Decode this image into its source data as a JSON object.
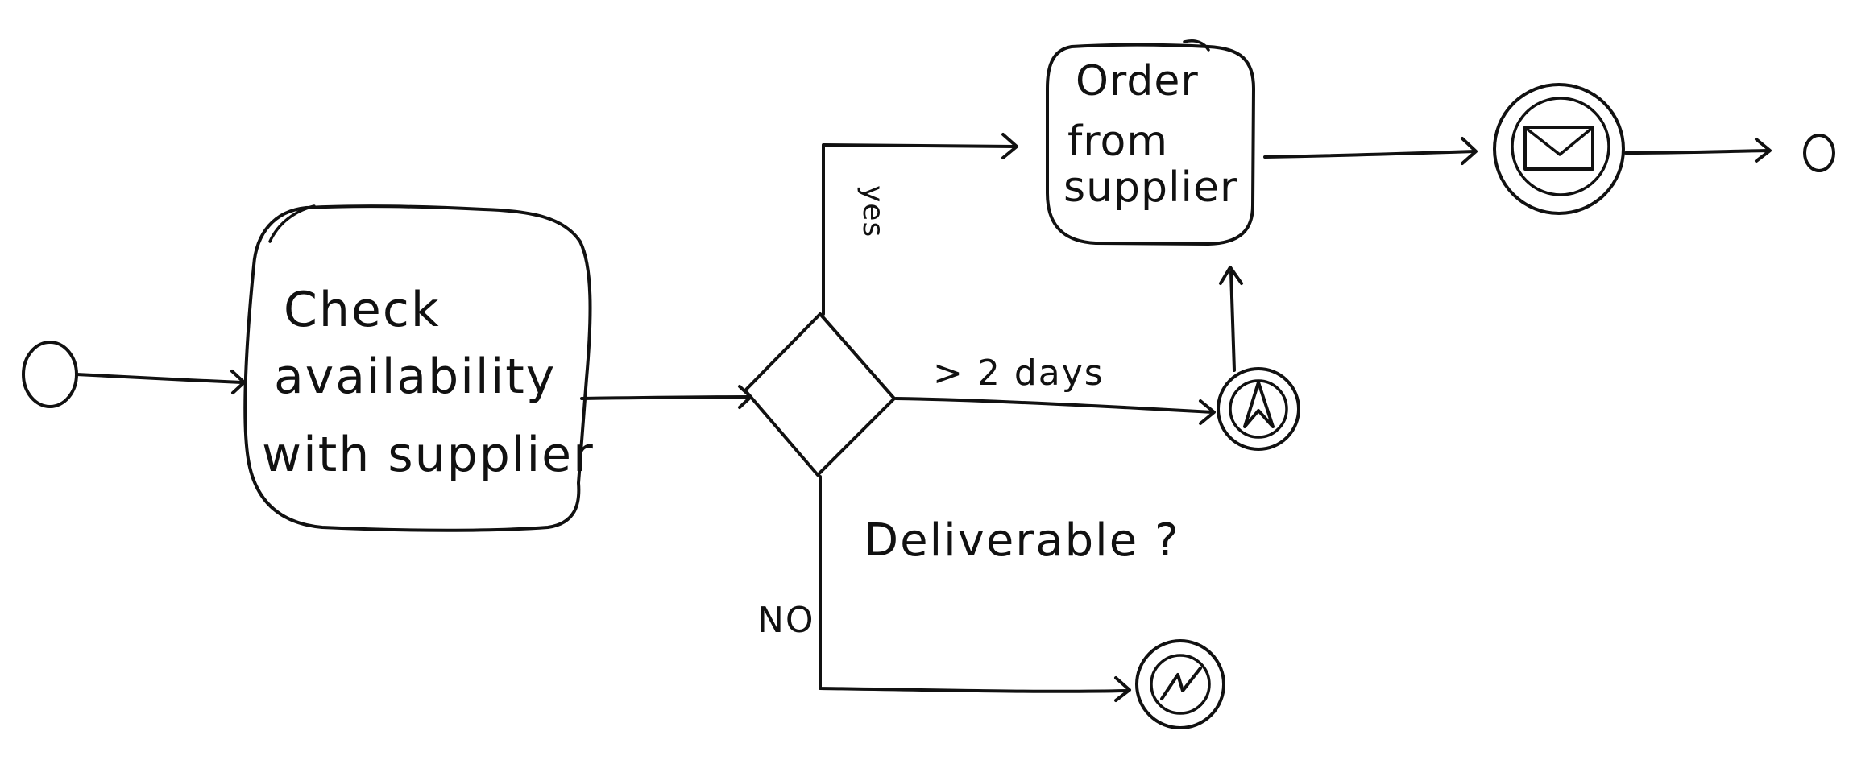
{
  "diagram": {
    "tasks": {
      "check_availability": {
        "lines": [
          "Check",
          "availability",
          "with supplier"
        ]
      },
      "order_from_supplier": {
        "lines": [
          "Order",
          "from",
          "supplier"
        ]
      }
    },
    "gateway": {
      "label": "Deliverable ?"
    },
    "flows": {
      "yes_label": "yes",
      "more_than_2_days_label": "> 2 days",
      "no_label": "NO"
    },
    "events": {
      "start": "start-event",
      "end": "end-event",
      "escalation": "escalation-event",
      "message": "message-event",
      "signal_check": "check-event"
    }
  }
}
